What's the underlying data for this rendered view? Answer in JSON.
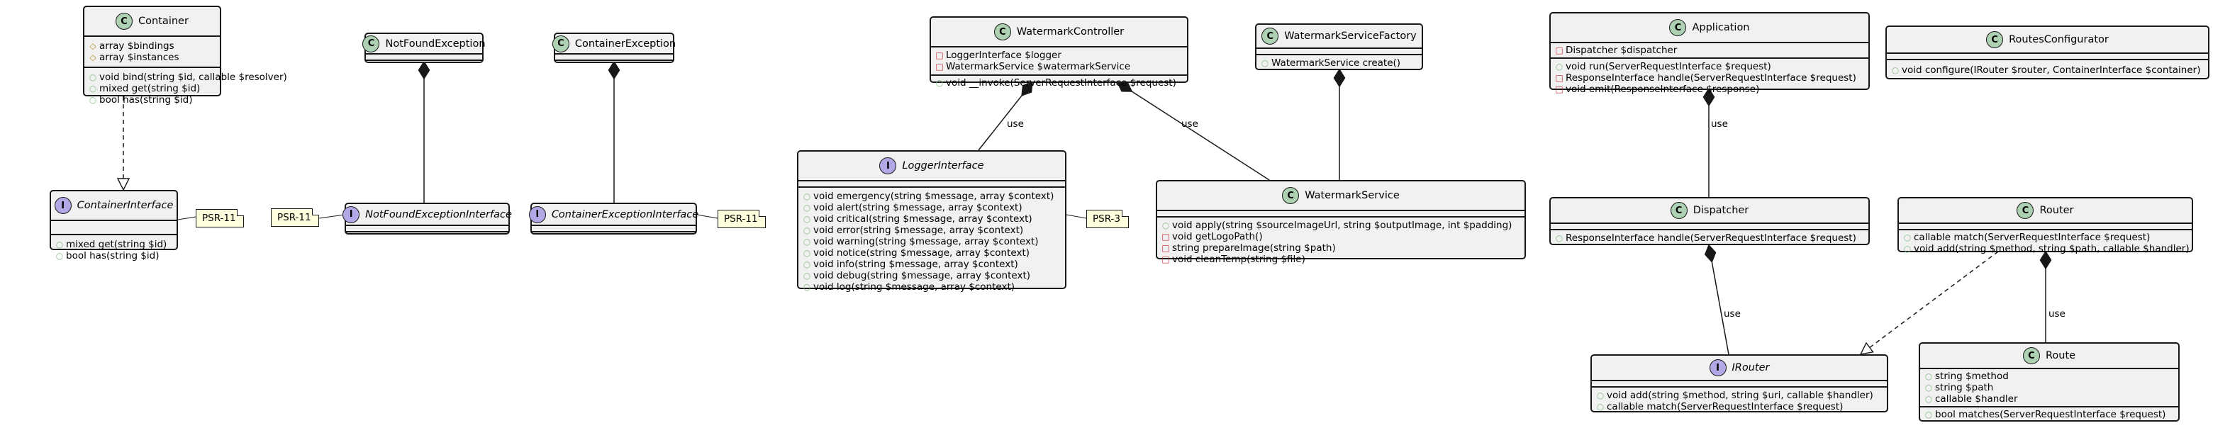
{
  "classes": {
    "container": {
      "name": "Container",
      "kind": "class",
      "fields": [
        {
          "vis": "#",
          "text": "array $bindings"
        },
        {
          "vis": "#",
          "text": "array $instances"
        }
      ],
      "methods": [
        {
          "vis": "+",
          "text": "void bind(string $id, callable $resolver)"
        },
        {
          "vis": "+",
          "text": "mixed get(string $id)"
        },
        {
          "vis": "+",
          "text": "bool has(string $id)"
        }
      ]
    },
    "container_interface": {
      "name": "ContainerInterface",
      "kind": "interface",
      "fields": [],
      "methods": [
        {
          "vis": "+",
          "text": "mixed get(string $id)"
        },
        {
          "vis": "+",
          "text": "bool has(string $id)"
        }
      ]
    },
    "not_found_exception": {
      "name": "NotFoundException",
      "kind": "class",
      "fields": [],
      "methods": []
    },
    "not_found_exception_interface": {
      "name": "NotFoundExceptionInterface",
      "kind": "interface",
      "fields": [],
      "methods": []
    },
    "container_exception": {
      "name": "ContainerException",
      "kind": "class",
      "fields": [],
      "methods": []
    },
    "container_exception_interface": {
      "name": "ContainerExceptionInterface",
      "kind": "interface",
      "fields": [],
      "methods": []
    },
    "watermark_controller": {
      "name": "WatermarkController",
      "kind": "class",
      "fields": [
        {
          "vis": "-",
          "text": "LoggerInterface $logger"
        },
        {
          "vis": "-",
          "text": "WatermarkService $watermarkService"
        }
      ],
      "methods": [
        {
          "vis": "+",
          "text": "void __invoke(ServerRequestInterface $request)"
        }
      ]
    },
    "watermark_service_factory": {
      "name": "WatermarkServiceFactory",
      "kind": "class",
      "fields": [],
      "methods": [
        {
          "vis": "+",
          "text": "WatermarkService create()"
        }
      ]
    },
    "logger_interface": {
      "name": "LoggerInterface",
      "kind": "interface",
      "fields": [],
      "methods": [
        {
          "vis": "+",
          "text": "void emergency(string $message, array $context)"
        },
        {
          "vis": "+",
          "text": "void alert(string $message, array $context)"
        },
        {
          "vis": "+",
          "text": "void critical(string $message, array $context)"
        },
        {
          "vis": "+",
          "text": "void error(string $message, array $context)"
        },
        {
          "vis": "+",
          "text": "void warning(string $message, array $context)"
        },
        {
          "vis": "+",
          "text": "void notice(string $message, array $context)"
        },
        {
          "vis": "+",
          "text": "void info(string $message, array $context)"
        },
        {
          "vis": "+",
          "text": "void debug(string $message, array $context)"
        },
        {
          "vis": "+",
          "text": "void log(string $message, array $context)"
        }
      ]
    },
    "watermark_service": {
      "name": "WatermarkService",
      "kind": "class",
      "fields": [],
      "methods": [
        {
          "vis": "+",
          "text": "void apply(string $sourceImageUrl, string $outputImage, int $padding)"
        },
        {
          "vis": "-",
          "text": "void getLogoPath()"
        },
        {
          "vis": "-",
          "text": "string prepareImage(string $path)"
        },
        {
          "vis": "-",
          "text": "void cleanTemp(string $file)"
        }
      ]
    },
    "application": {
      "name": "Application",
      "kind": "class",
      "fields": [
        {
          "vis": "-",
          "text": "Dispatcher $dispatcher"
        }
      ],
      "methods": [
        {
          "vis": "+",
          "text": "void run(ServerRequestInterface $request)"
        },
        {
          "vis": "-",
          "text": "ResponseInterface handle(ServerRequestInterface $request)"
        },
        {
          "vis": "-",
          "text": "void emit(ResponseInterface $response)"
        }
      ]
    },
    "routes_configurator": {
      "name": "RoutesConfigurator",
      "kind": "class",
      "fields": [],
      "methods": [
        {
          "vis": "+",
          "text": "void configure(IRouter $router, ContainerInterface $container)"
        }
      ]
    },
    "dispatcher": {
      "name": "Dispatcher",
      "kind": "class",
      "fields": [],
      "methods": [
        {
          "vis": "+",
          "text": "ResponseInterface handle(ServerRequestInterface $request)"
        }
      ]
    },
    "router": {
      "name": "Router",
      "kind": "class",
      "fields": [],
      "methods": [
        {
          "vis": "+",
          "text": "callable match(ServerRequestInterface $request)"
        },
        {
          "vis": "+",
          "text": "void add(string $method, string $path, callable $handler)"
        }
      ]
    },
    "irouter": {
      "name": "IRouter",
      "kind": "interface",
      "fields": [],
      "methods": [
        {
          "vis": "+",
          "text": "void add(string $method, string $uri, callable $handler)"
        },
        {
          "vis": "+",
          "text": "callable match(ServerRequestInterface $request)"
        }
      ]
    },
    "route": {
      "name": "Route",
      "kind": "class",
      "fields": [
        {
          "vis": "+",
          "text": "string $method"
        },
        {
          "vis": "+",
          "text": "string $path"
        },
        {
          "vis": "+",
          "text": "callable $handler"
        }
      ],
      "methods": [
        {
          "vis": "+",
          "text": "bool matches(ServerRequestInterface $request)"
        }
      ]
    }
  },
  "notes": {
    "psr11_container": "PSR-11",
    "psr11_not_found": "PSR-11",
    "psr11_container_exception": "PSR-11",
    "psr3_logger": "PSR-3"
  },
  "edge_labels": {
    "controller_logger": "use",
    "controller_service": "use",
    "application_dispatcher": "use",
    "dispatcher_irouter": "use",
    "router_route": "use"
  },
  "style": {
    "class_fill": "#f1f1f1",
    "class_badge": "#add1b2",
    "interface_badge": "#b4a7e5",
    "note_fill": "#feffdd",
    "line": "#181818"
  },
  "icons": {
    "class_badge": "circle-C",
    "interface_badge": "circle-I",
    "public": "circle",
    "private": "square",
    "protected": "diamond"
  }
}
